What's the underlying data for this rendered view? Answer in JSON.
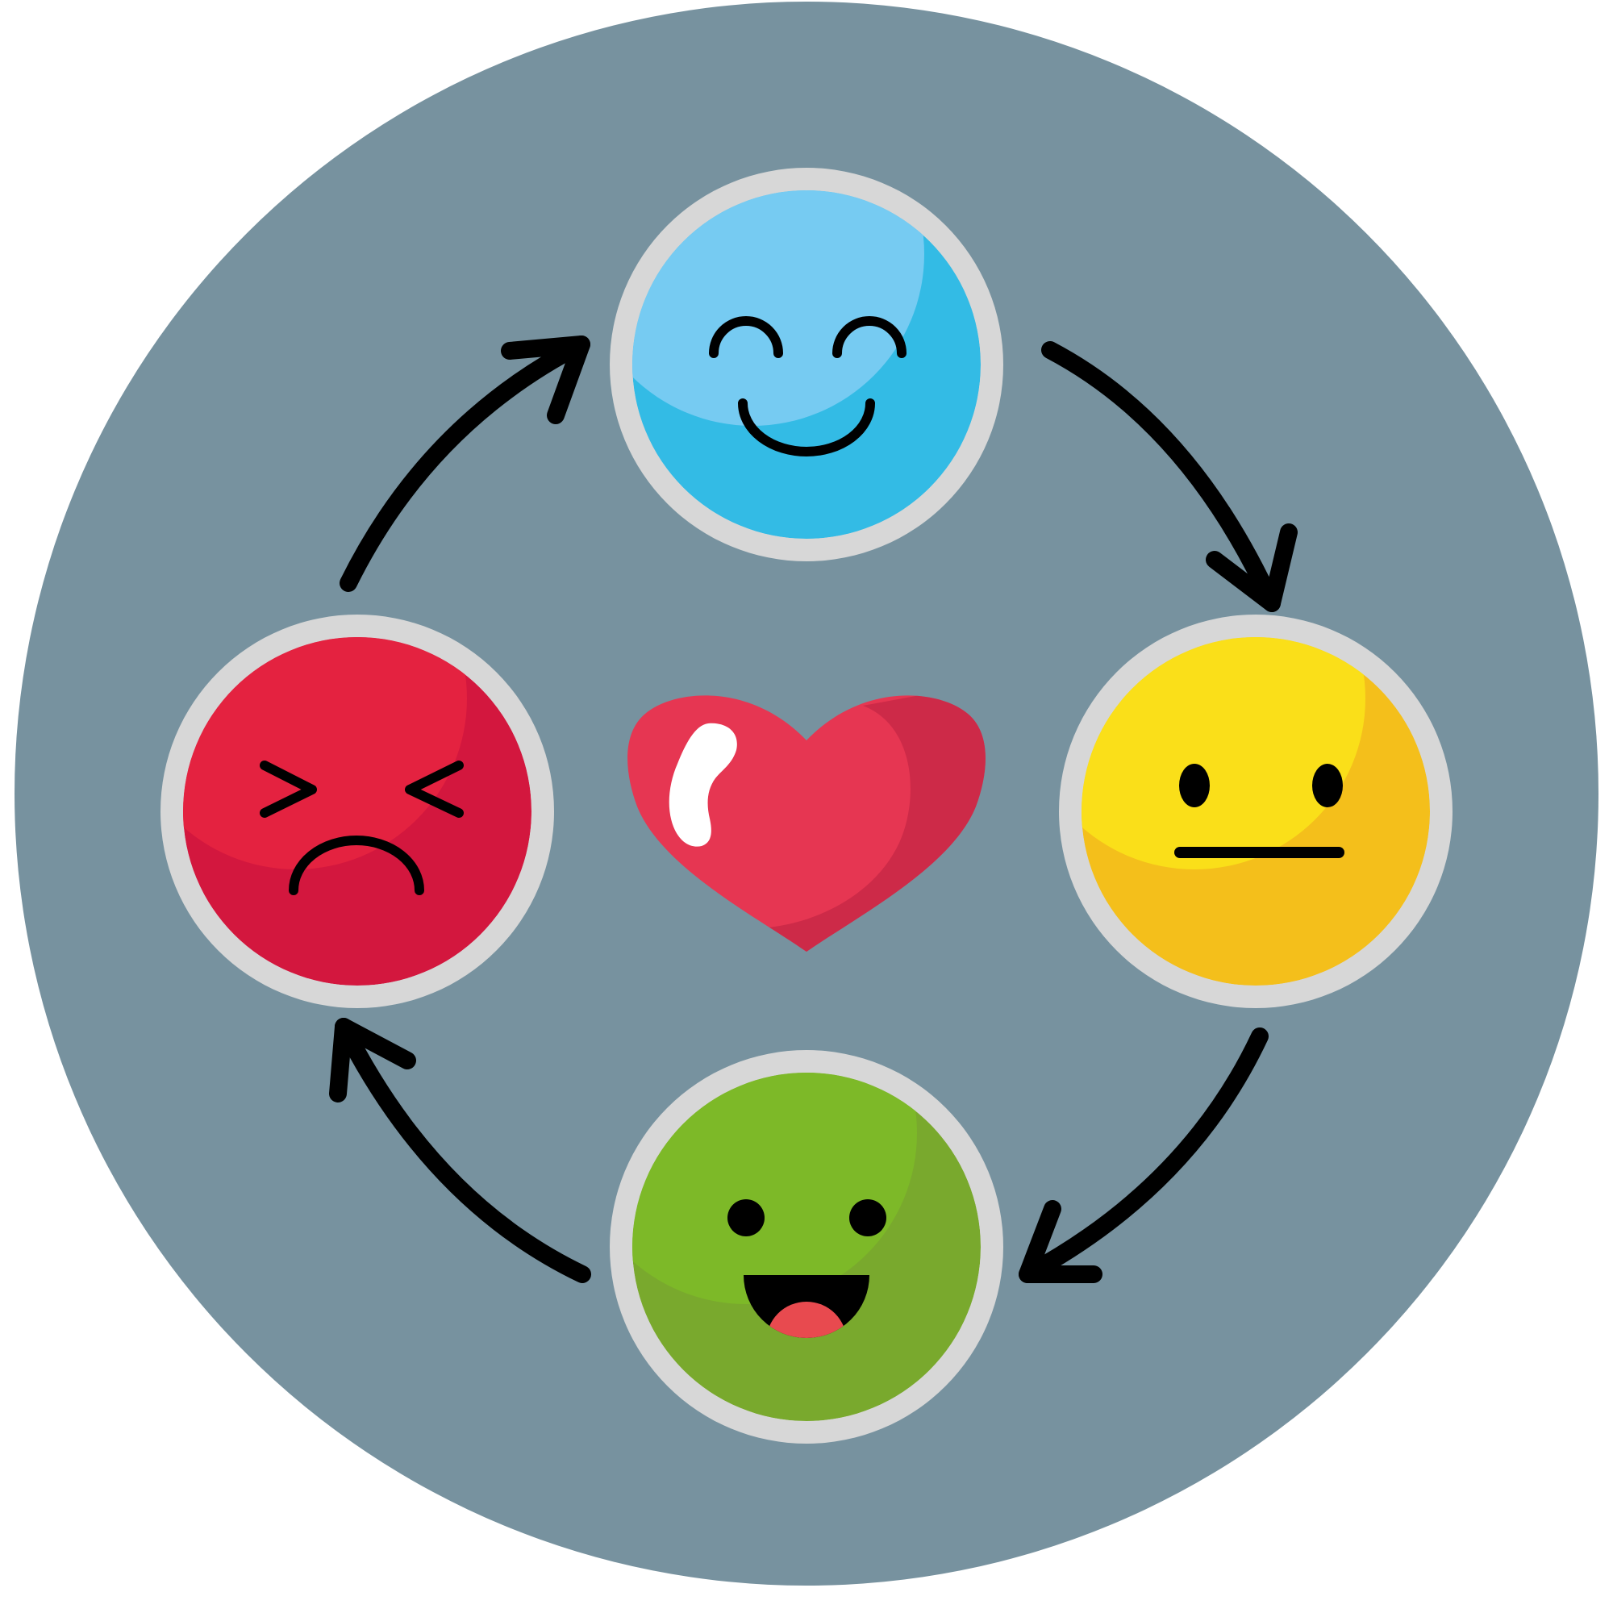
{
  "colors": {
    "page_background": "#ffffff",
    "backdrop": "#77929f",
    "face_ring": "#d7d7d7",
    "ink": "#000000",
    "heart_main": "#e63652",
    "heart_shade": "#cd2a48",
    "heart_highlight": "#ffffff",
    "mouth_tongue": "#e84a4f"
  },
  "faces": [
    {
      "name": "happy-face",
      "mood": "happy",
      "base_color": "#33bbe5",
      "highlight_color": "#76cbf2"
    },
    {
      "name": "neutral-face",
      "mood": "neutral",
      "base_color": "#f4bf1b",
      "highlight_color": "#fadf19"
    },
    {
      "name": "excited-face",
      "mood": "excited",
      "base_color": "#79a92d",
      "highlight_color": "#7db928"
    },
    {
      "name": "angry-face",
      "mood": "angry",
      "base_color": "#d3173e",
      "highlight_color": "#e42240"
    }
  ],
  "cycle_arrows": [
    {
      "name": "arrow-happy-to-neutral",
      "direction": "clockwise"
    },
    {
      "name": "arrow-neutral-to-excited",
      "direction": "clockwise"
    },
    {
      "name": "arrow-excited-to-angry",
      "direction": "clockwise"
    },
    {
      "name": "arrow-angry-to-happy",
      "direction": "clockwise"
    }
  ],
  "center_icon": "heart-icon"
}
